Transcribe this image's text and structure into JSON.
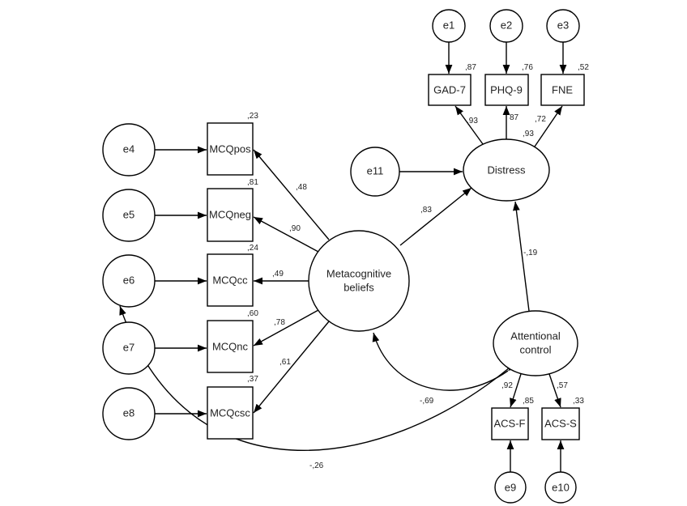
{
  "nodes": {
    "e1": "e1",
    "e2": "e2",
    "e3": "e3",
    "e4": "e4",
    "e5": "e5",
    "e6": "e6",
    "e7": "e7",
    "e8": "e8",
    "e9": "e9",
    "e10": "e10",
    "e11": "e11",
    "gad7": "GAD-7",
    "phq9": "PHQ-9",
    "fne": "FNE",
    "distress": "Distress",
    "mcqpos": "MCQpos",
    "mcqneg": "MCQneg",
    "mcqcc": "MCQcc",
    "mcqnc": "MCQnc",
    "mcqcsc": "MCQcsc",
    "meta_line1": "Metacognitive",
    "meta_line2": "beliefs",
    "attn_line1": "Attentional",
    "attn_line2": "control",
    "acsf": "ACS-F",
    "acss": "ACS-S"
  },
  "r_squared": {
    "gad7": ",87",
    "phq9": ",76",
    "fne": ",52",
    "distress": ",93",
    "mcqpos": ",23",
    "mcqneg": ",81",
    "mcqcc": ",24",
    "mcqnc": ",60",
    "mcqcsc": ",37",
    "acsf": ",85",
    "acss": ",33"
  },
  "paths": {
    "distress_gad7": ",93",
    "distress_phq9": "87",
    "distress_fne": ",72",
    "meta_distress": ",83",
    "attn_distress": "-,19",
    "meta_mcqpos": ",48",
    "meta_mcqneg": ",90",
    "meta_mcqcc": ",49",
    "meta_mcqnc": ",78",
    "meta_mcqcsc": ",61",
    "attn_acsf": ",92",
    "attn_acss": ",57",
    "cov_meta_attn": "-,69",
    "cov_e6_attn": "-,26"
  }
}
